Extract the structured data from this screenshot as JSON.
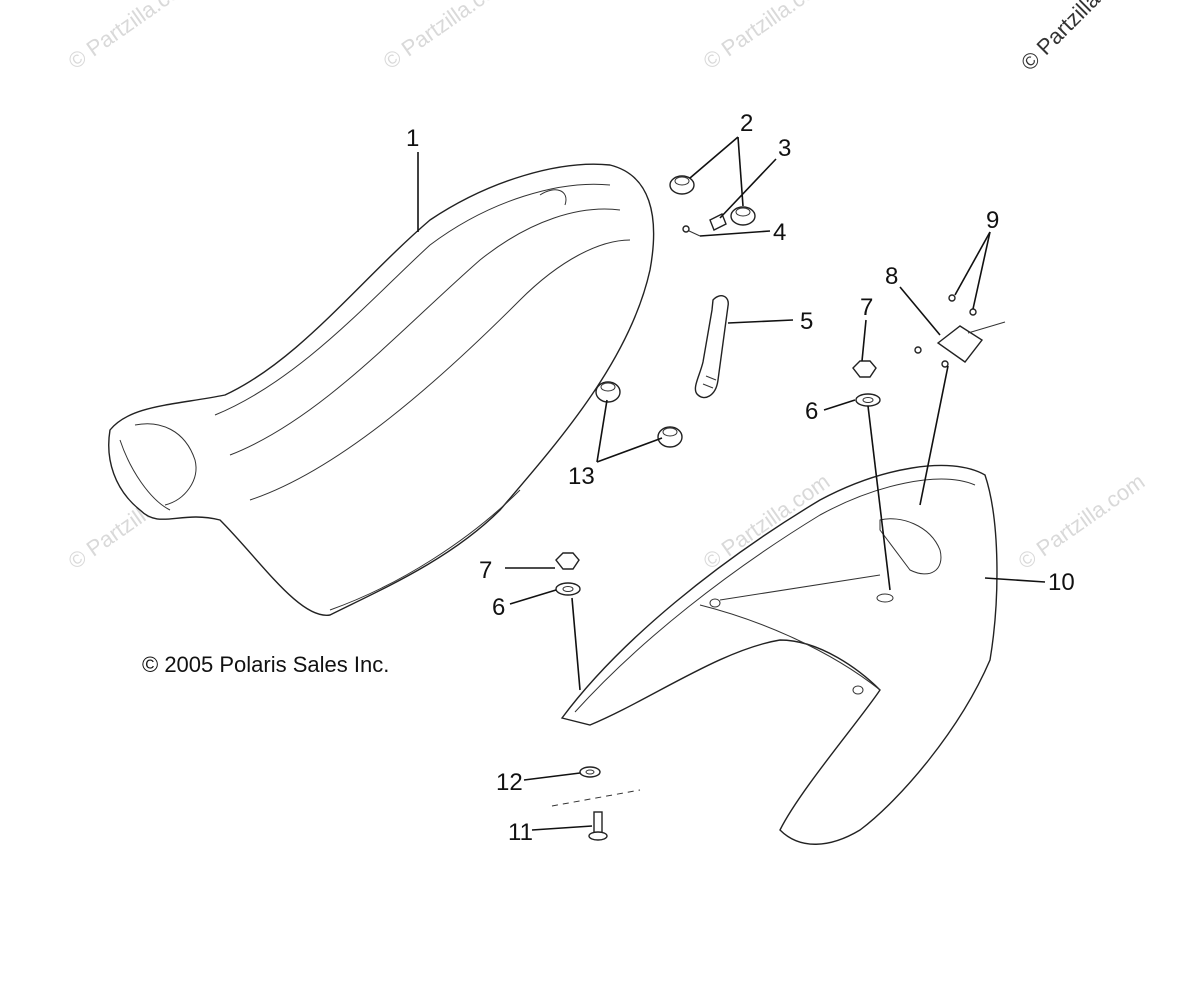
{
  "copyright": "© 2005 Polaris Sales Inc.",
  "watermark": "© Partzilla.com",
  "watermark_top_right": "© Partzilla",
  "callouts": {
    "c1": "1",
    "c2": "2",
    "c3": "3",
    "c4": "4",
    "c5": "5",
    "c6a": "6",
    "c6b": "6",
    "c7a": "7",
    "c7b": "7",
    "c8": "8",
    "c9": "9",
    "c10": "10",
    "c11": "11",
    "c12": "12",
    "c13": "13"
  }
}
